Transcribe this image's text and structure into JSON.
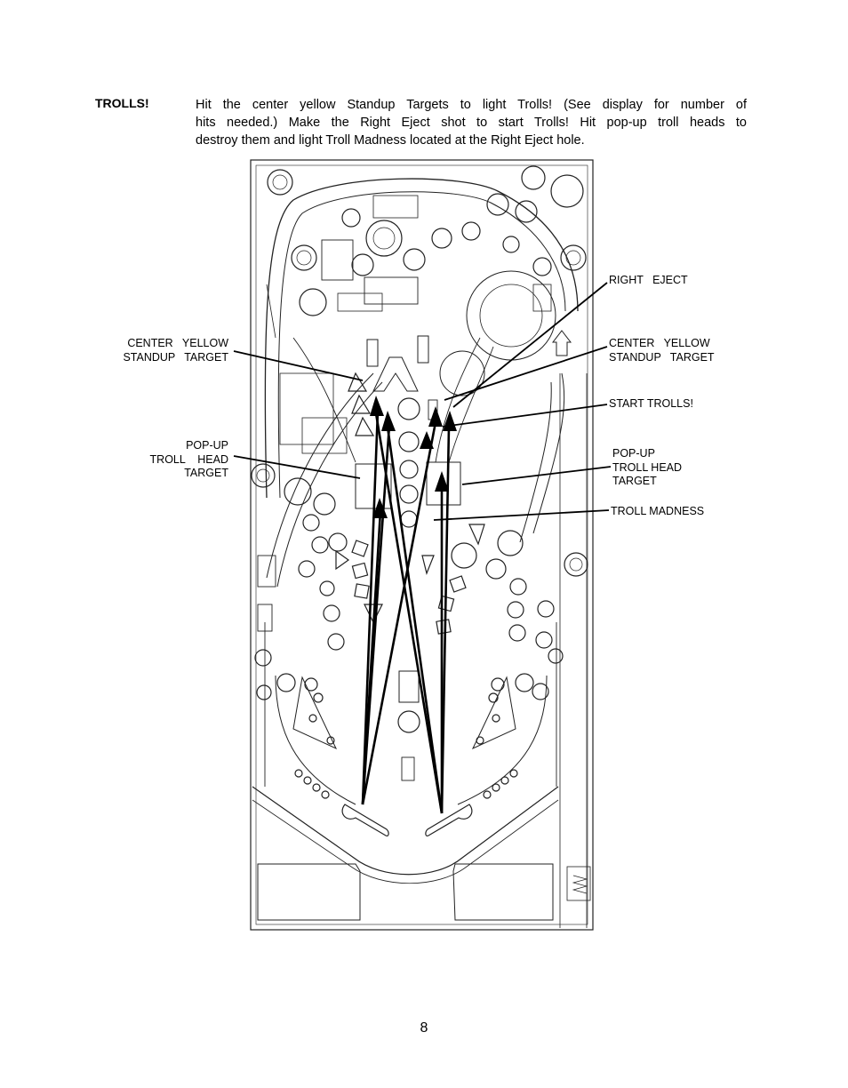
{
  "section": {
    "heading": "TROLLS!",
    "lines": [
      "Hit the center yellow Standup Targets to light Trolls!  (See display for number of",
      "hits needed.) Make the Right Eject shot to start Trolls! Hit pop-up troll heads to",
      "destroy them and light Troll Madness located at the Right Eject hole."
    ]
  },
  "callouts": {
    "right_eject": "RIGHT   EJECT",
    "left_center_yellow": "CENTER   YELLOW\nSTANDUP   TARGET",
    "right_center_yellow": "CENTER   YELLOW\nSTANDUP   TARGET",
    "start_trolls": "START TROLLS!",
    "left_popup": "POP-UP\nTROLL    HEAD\nTARGET",
    "right_popup": "POP-UP\nTROLL HEAD\nTARGET",
    "troll_madness": "TROLL MADNESS"
  },
  "page_number": "8"
}
